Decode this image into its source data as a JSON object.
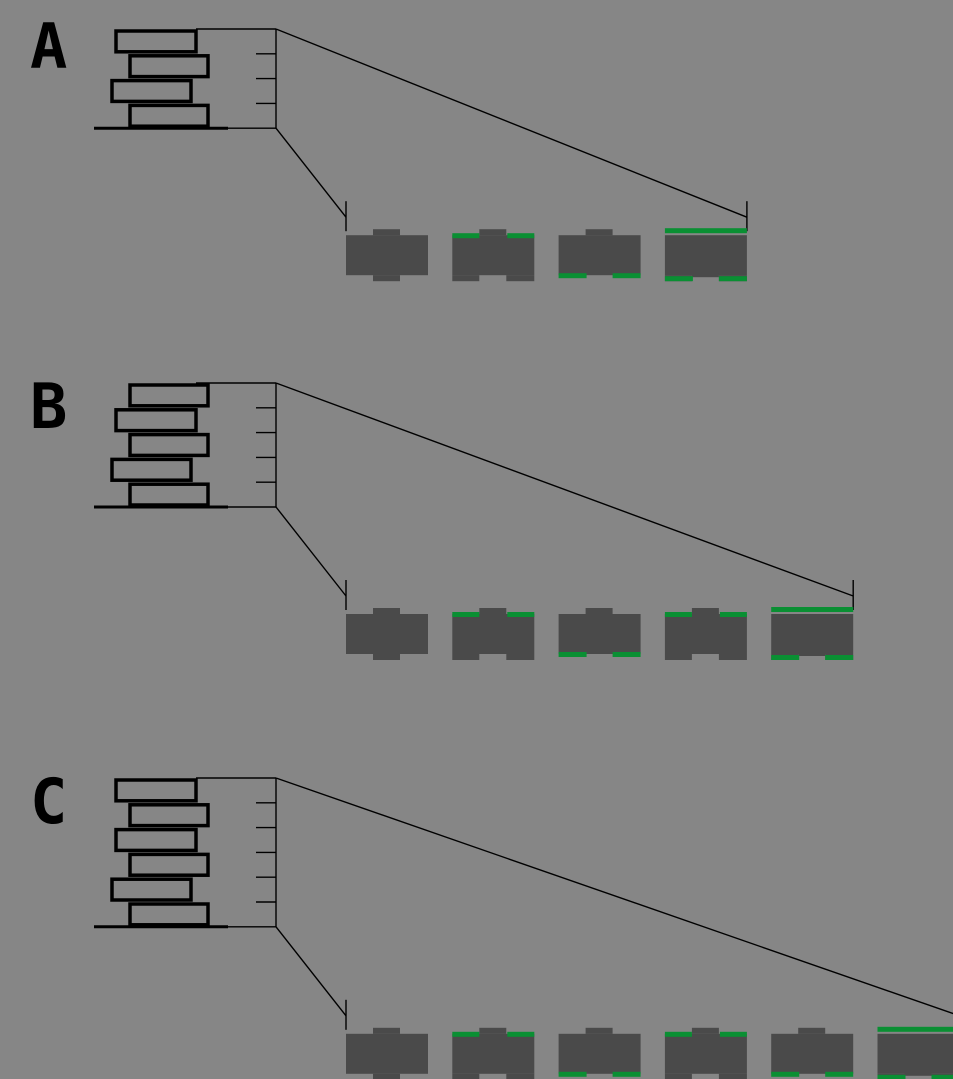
{
  "colors": {
    "background": "#868686",
    "stroke": "#000000",
    "block": "#4a4a4a",
    "highlight": "#0a8f33"
  },
  "panels": [
    {
      "label": "A",
      "stack_rows": 4,
      "blocks": [
        {
          "top_green": false,
          "bottom_green": false,
          "full_top": false,
          "shape": "cross"
        },
        {
          "top_green": true,
          "bottom_green": false,
          "full_top": false,
          "shape": "t"
        },
        {
          "top_green": false,
          "bottom_green": true,
          "full_top": false,
          "shape": "cap"
        },
        {
          "top_green": false,
          "bottom_green": true,
          "full_top": true,
          "shape": "flat"
        }
      ]
    },
    {
      "label": "B",
      "stack_rows": 5,
      "blocks": [
        {
          "top_green": false,
          "bottom_green": false,
          "full_top": false,
          "shape": "cross"
        },
        {
          "top_green": true,
          "bottom_green": false,
          "full_top": false,
          "shape": "t"
        },
        {
          "top_green": false,
          "bottom_green": true,
          "full_top": false,
          "shape": "cap"
        },
        {
          "top_green": true,
          "bottom_green": false,
          "full_top": false,
          "shape": "t"
        },
        {
          "top_green": false,
          "bottom_green": true,
          "full_top": true,
          "shape": "flat"
        }
      ]
    },
    {
      "label": "C",
      "stack_rows": 6,
      "blocks": [
        {
          "top_green": false,
          "bottom_green": false,
          "full_top": false,
          "shape": "cross"
        },
        {
          "top_green": true,
          "bottom_green": false,
          "full_top": false,
          "shape": "t"
        },
        {
          "top_green": false,
          "bottom_green": true,
          "full_top": false,
          "shape": "cap"
        },
        {
          "top_green": true,
          "bottom_green": false,
          "full_top": false,
          "shape": "t"
        },
        {
          "top_green": false,
          "bottom_green": true,
          "full_top": false,
          "shape": "cap"
        },
        {
          "top_green": false,
          "bottom_green": true,
          "full_top": true,
          "shape": "flat"
        }
      ]
    }
  ]
}
